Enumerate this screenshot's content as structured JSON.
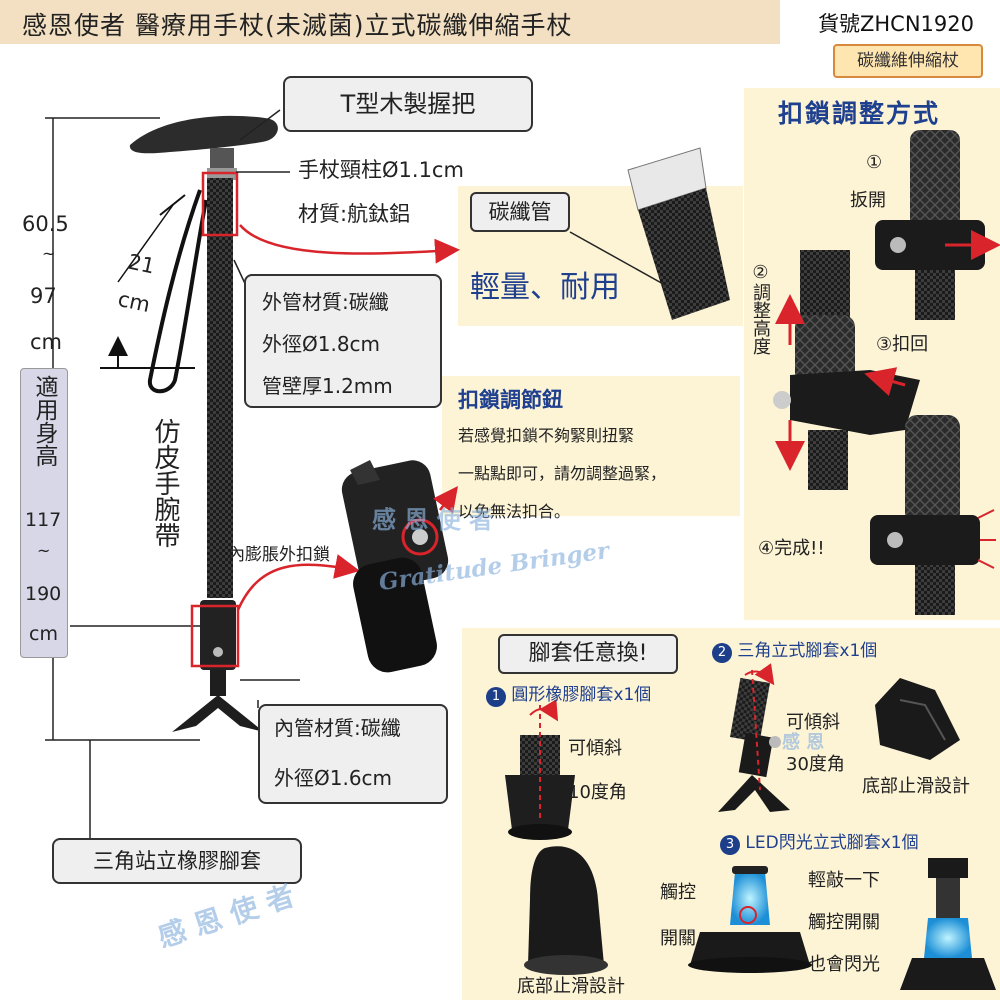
{
  "header": {
    "title": "感恩使者 醫療用手杖(未滅菌)立式碳纖伸縮手杖",
    "item_no": "貨號ZHCN1920",
    "tag": "碳纖維伸縮杖"
  },
  "cane": {
    "handle_label": "T型木製握把",
    "neck_spec": "手杖頸柱Ø1.1cm",
    "neck_material": "材質:航鈦鋁",
    "length_value": "60.5",
    "length_tilde": "~",
    "length_max": "97",
    "length_unit": "cm",
    "segment_value": "21",
    "segment_unit": "cm",
    "height_label": "適用身高",
    "height_min": "117",
    "height_tilde": "~",
    "height_max": "190",
    "height_unit": "cm",
    "strap_label": "仿皮手腕帶",
    "outer_material": "外管材質:碳纖",
    "outer_diameter": "外徑Ø1.8cm",
    "outer_wall": "管壁厚1.2mm",
    "inner_lock_label": "內膨脹外扣鎖",
    "inner_material": "內管材質:碳纖",
    "inner_diameter": "外徑Ø1.6cm",
    "foot_label": "三角站立橡膠腳套",
    "watermark": "感 恩 使 者"
  },
  "carbon": {
    "label": "碳纖管",
    "slogan": "輕量、耐用"
  },
  "knob": {
    "title": "扣鎖調節鈕",
    "lines": [
      "若感覺扣鎖不夠緊則扭緊",
      "一點點即可，請勿調整過緊，",
      "以免無法扣合。"
    ],
    "watermark_cn": "感 恩 使 者",
    "watermark_en": "Gratitude Bringer"
  },
  "lock_panel": {
    "title": "扣鎖調整方式",
    "step1_num": "①",
    "step1_label": "扳開",
    "step2_label": "②調整高度",
    "step3_label": "③扣回",
    "step4_label": "④完成!!"
  },
  "feet": {
    "title": "腳套任意換!",
    "item1_num": "1",
    "item1_label": "圓形橡膠腳套x1個",
    "item1_tilt": "可傾斜",
    "item1_angle": "10度角",
    "item1_bottom": "底部止滑設計",
    "item2_num": "2",
    "item2_label": "三角立式腳套x1個",
    "item2_tilt": "可傾斜",
    "item2_angle": "30度角",
    "item2_bottom": "底部止滑設計",
    "item2_watermark": "感 恩",
    "item3_num": "3",
    "item3_label": "LED閃光立式腳套x1個",
    "touch_1": "觸控",
    "touch_2": "開關",
    "tap_1": "輕敲一下",
    "tap_2": "觸控開關",
    "tap_3": "也會閃光"
  }
}
